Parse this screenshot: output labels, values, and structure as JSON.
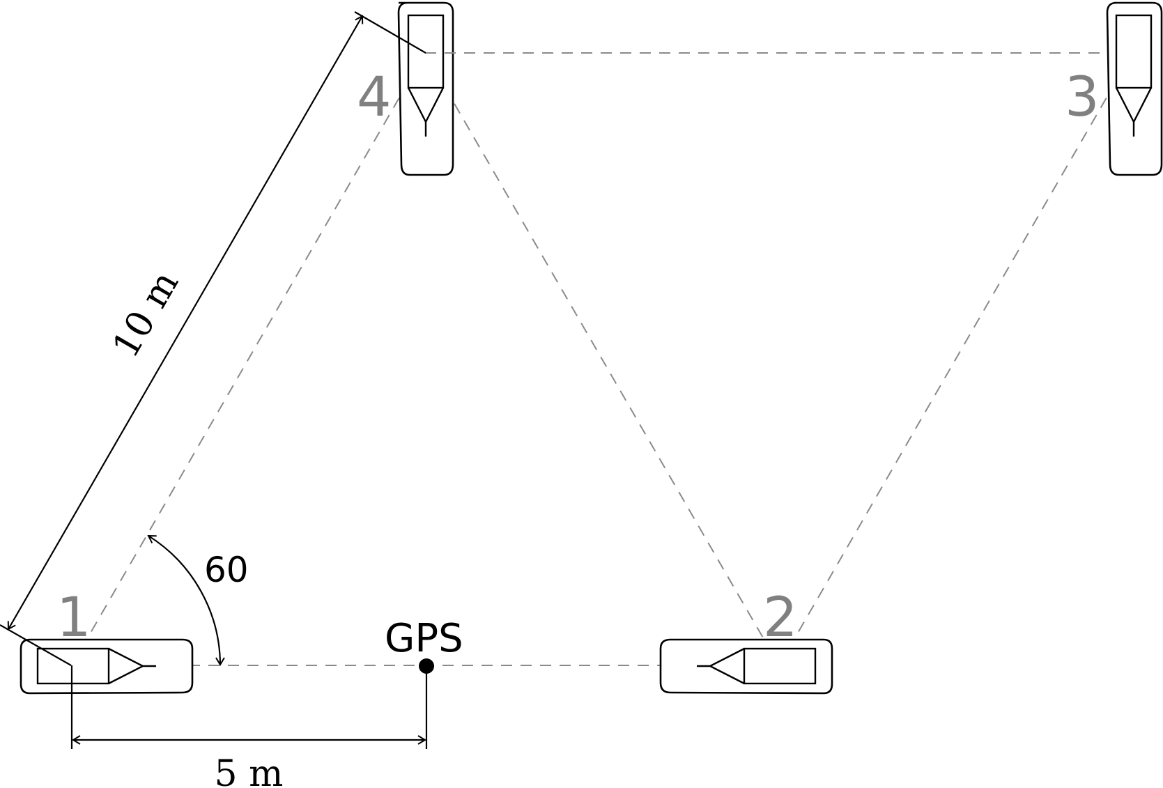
{
  "labels": {
    "waypoint_1": "1",
    "waypoint_2": "2",
    "waypoint_3": "3",
    "waypoint_4": "4",
    "gps": "GPS",
    "angle": "60",
    "side_length": "10 m",
    "offset": "5 m"
  },
  "colors": {
    "path_dashes": "#8a8a8a",
    "waypoint_labels": "#808080",
    "lines": "#000000"
  },
  "icons": [
    "car-icon",
    "gps-point-icon",
    "dimension-arrow-icon",
    "angle-arc-icon"
  ]
}
